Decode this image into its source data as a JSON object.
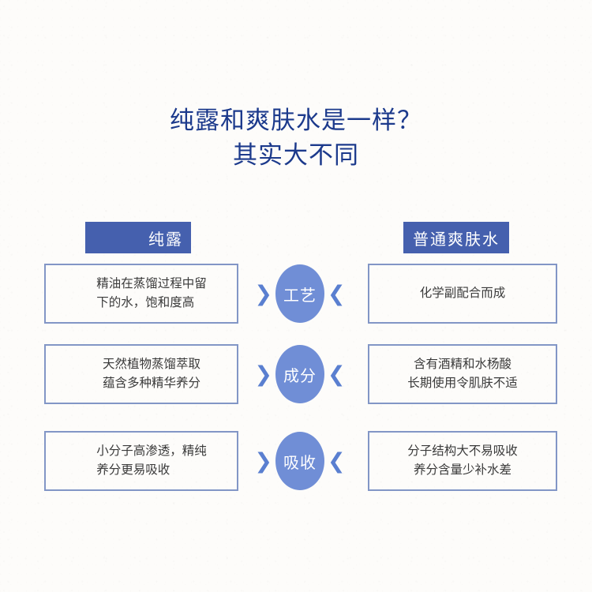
{
  "page": {
    "background_color": "#fdfcfa",
    "accent_dark": "#1c3a8c",
    "header_fill": "#4560ae",
    "badge_fill": "#708ed6",
    "panel_border": "#8296c6",
    "chevron_color": "#5a7fd0",
    "body_text_color": "#3a3a3a"
  },
  "title": {
    "line1": "纯露和爽肤水是一样？",
    "line2": "其实大不同"
  },
  "columns": {
    "left_header": "纯露",
    "right_header": "普通爽肤水"
  },
  "chevrons": {
    "left": "❯",
    "right": "❮"
  },
  "rows": [
    {
      "badge": "工艺",
      "left_text": "精油在蒸馏过程中留\n下的水，饱和度高",
      "right_text": "化学副配合而成"
    },
    {
      "badge": "成分",
      "left_text": "天然植物蒸馏萃取\n蕴含多种精华养分",
      "right_text": "含有酒精和水杨酸\n长期使用令肌肤不适"
    },
    {
      "badge": "吸收",
      "left_text": "小分子高渗透，精纯\n养分更易吸收",
      "right_text": "分子结构大不易吸收\n养分含量少补水差"
    }
  ]
}
